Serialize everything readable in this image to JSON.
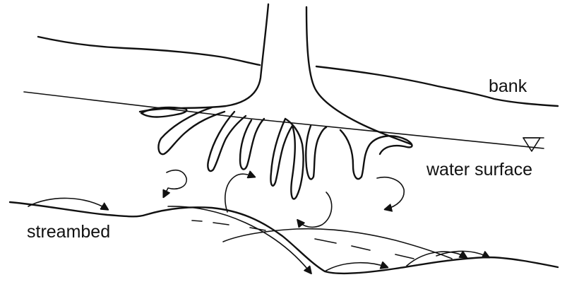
{
  "labels": {
    "bank": "bank",
    "water_surface": "water surface",
    "streambed": "streambed"
  },
  "icons": {
    "water_level": "inverted-triangle-water-level-icon"
  },
  "colors": {
    "ink": "#111111",
    "background": "#ffffff"
  }
}
